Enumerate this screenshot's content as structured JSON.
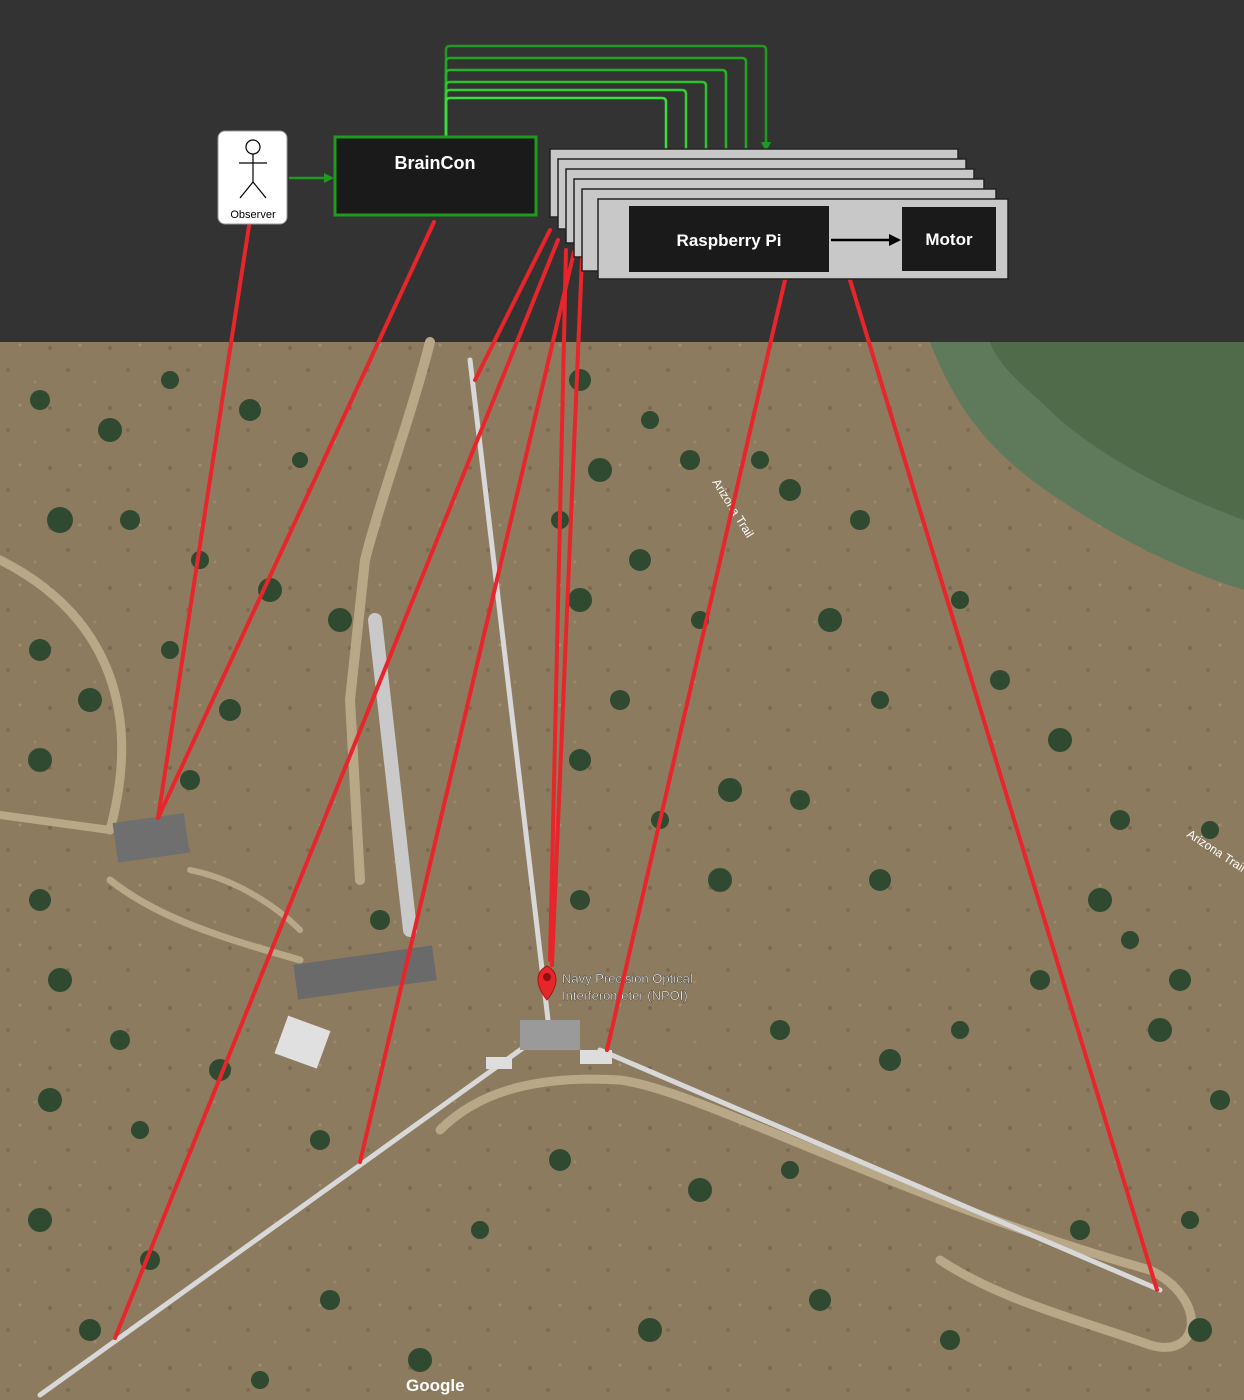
{
  "diagram": {
    "observer": {
      "label": "Observer"
    },
    "braincon": {
      "label": "BrainCon"
    },
    "raspberry_pi": {
      "label": "Raspberry Pi"
    },
    "motor": {
      "label": "Motor"
    }
  },
  "map": {
    "place_label_line1": "Navy Precision Optical",
    "place_label_line2": "Interferometer (NPOI)",
    "trail_label_1": "Arizona Trail",
    "trail_label_2": "Arizona Trail",
    "attribution": "Google"
  },
  "colors": {
    "background": "#333333",
    "green_dark": "#1f9a1f",
    "green_light": "#3ddc3d",
    "red_line": "#e8252a",
    "box_fill": "#1a1a1a",
    "card_fill": "#c8c8c8"
  }
}
